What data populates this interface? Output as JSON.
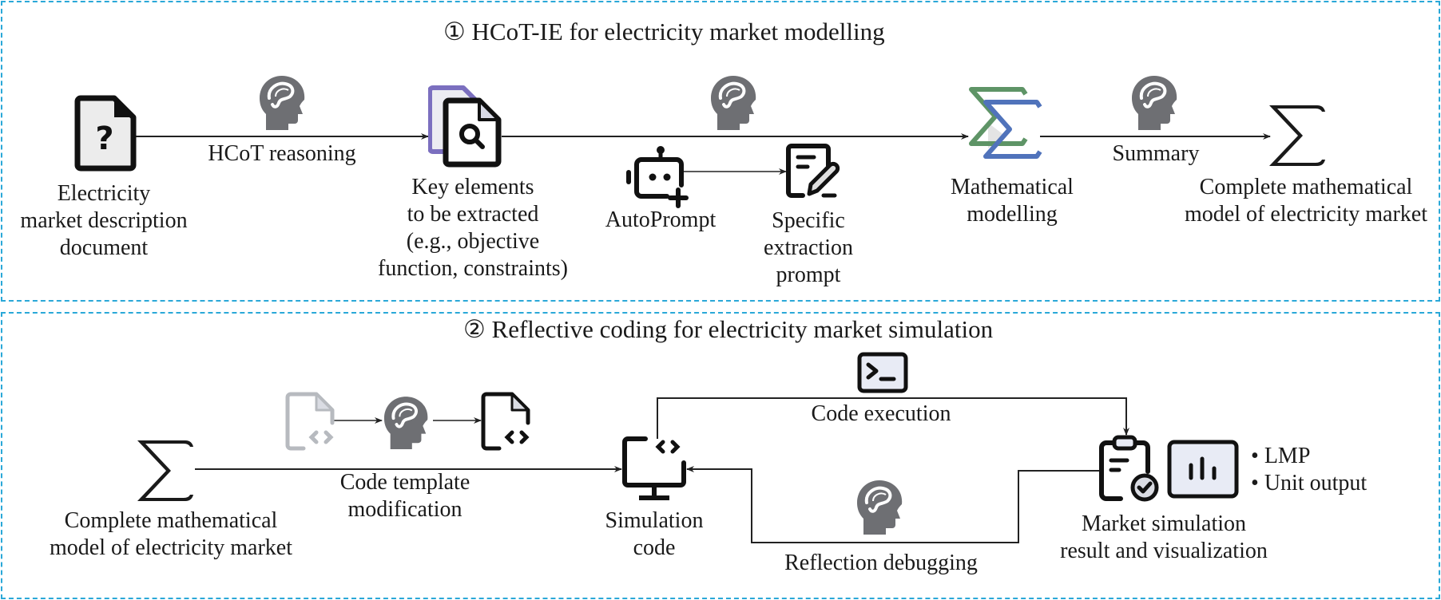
{
  "sections": [
    {
      "title": "① HCoT-IE for electricity market modelling",
      "nodes": {
        "input_doc": [
          "Electricity",
          "market description",
          "document"
        ],
        "key_elements": [
          "Key elements",
          "to be extracted",
          "(e.g., objective",
          "function, constraints)"
        ],
        "autoprompt": [
          "AutoPrompt"
        ],
        "specific_prompt": [
          "Specific",
          "extraction",
          "prompt"
        ],
        "math_modelling": [
          "Mathematical",
          "modelling"
        ],
        "complete_model": [
          "Complete mathematical",
          "model of electricity market"
        ]
      },
      "edges": {
        "hcot": "HCoT reasoning",
        "summary": "Summary"
      }
    },
    {
      "title": "② Reflective coding for electricity market simulation",
      "nodes": {
        "complete_model": [
          "Complete mathematical",
          "model of electricity market"
        ],
        "template_mod": [
          "Code template",
          "modification"
        ],
        "sim_code": [
          "Simulation",
          "code"
        ],
        "result": [
          "Market simulation",
          "result and visualization"
        ]
      },
      "edges": {
        "execution": "Code execution",
        "reflection": "Reflection debugging"
      },
      "outputs": [
        "LMP",
        "Unit output"
      ],
      "bullet": "•"
    }
  ],
  "colors": {
    "panel_border": "#2aa8d8",
    "brain": "#6e6f73",
    "sigma_green": "#5e9466",
    "sigma_blue": "#5073bb",
    "doc_purple": "#7b6fbf",
    "icon_fill": "#e8ebf5"
  }
}
